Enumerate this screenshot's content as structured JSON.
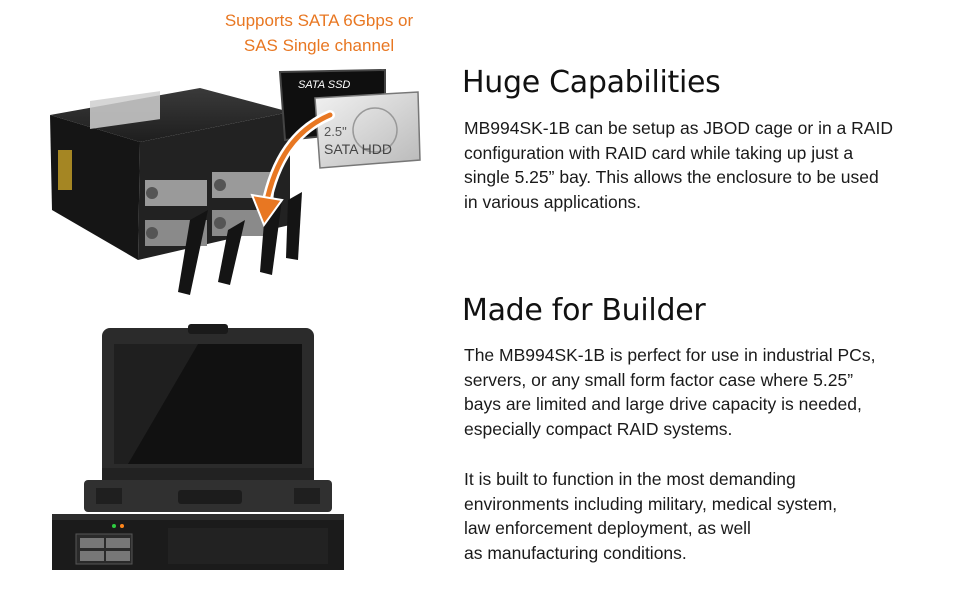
{
  "callout": {
    "line1": "Supports SATA 6Gbps or",
    "line2": "SAS Single channel"
  },
  "section1": {
    "heading": "Huge Capabilities",
    "lines": [
      "MB994SK-1B can be setup as JBOD cage or in a RAID",
      "configuration with RAID card while taking up just a",
      "single 5.25” bay. This allows the enclosure to be used",
      "in various applications."
    ]
  },
  "section2": {
    "heading": "Made for Builder",
    "para1_lines": [
      "The MB994SK-1B is perfect for use in industrial PCs,",
      "servers, or any small form factor case where 5.25”",
      "bays are limited and large drive capacity is needed,",
      "especially compact RAID systems."
    ],
    "para2_lines": [
      "It is built to function in the most demanding",
      "environments including military, medical system,",
      "law enforcement deployment, as well",
      "as manufacturing conditions."
    ]
  },
  "drives": {
    "ssd_label": "SATA SSD",
    "hdd_label": "SATA HDD",
    "hdd_size": "2.5\""
  },
  "colors": {
    "accent_orange": "#e87722",
    "enclosure_black": "#1c1c1c",
    "text": "#1a1a1a"
  }
}
